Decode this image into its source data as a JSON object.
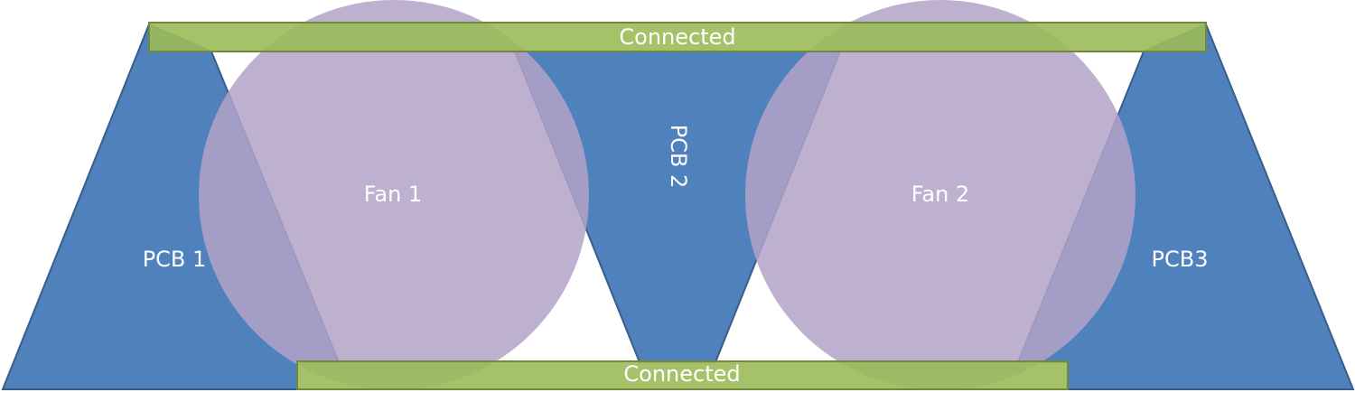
{
  "diagram": {
    "pcbs": [
      {
        "label": "PCB 1"
      },
      {
        "label": "PCB 2"
      },
      {
        "label": "PCB3"
      }
    ],
    "fans": [
      {
        "label": "Fan 1"
      },
      {
        "label": "Fan 2"
      }
    ],
    "connectors": {
      "top": {
        "label": "Connected"
      },
      "bottom": {
        "label": "Connected"
      }
    },
    "colors": {
      "pcb": "#4F81BD",
      "pcb_stroke": "#385D8A",
      "fan": "#B3A2C7",
      "fan_opacity": "0.85",
      "connector": "#9BBB59",
      "connector_stroke": "#71893F",
      "text": "#FFFFFF"
    }
  }
}
